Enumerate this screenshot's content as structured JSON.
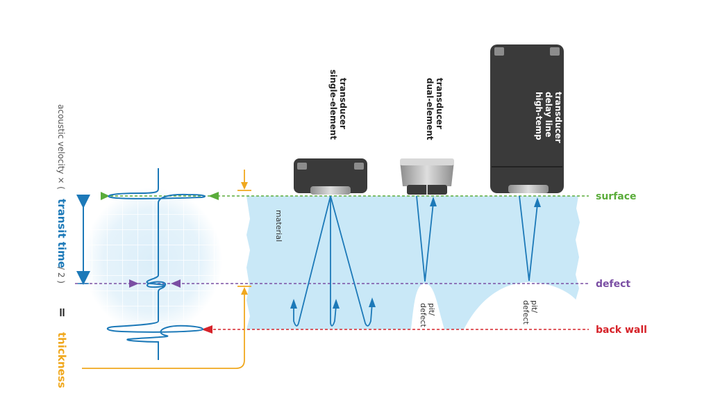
{
  "labels": {
    "single_element": [
      "single-element",
      "transducer"
    ],
    "dual_element": [
      "dual-element",
      "transducer"
    ],
    "high_temp": [
      "high-temp",
      "delay line",
      "transducer"
    ],
    "material": "material",
    "pit_defect": [
      "pit/",
      "defect"
    ],
    "surface": "surface",
    "defect": "defect",
    "back_wall": "back wall"
  },
  "formula": {
    "prefix": "acoustic velocity × (",
    "transit_time": "transit time",
    "suffix": "/ 2 )",
    "equals": "=",
    "thickness": "thickness"
  },
  "colors": {
    "surface": "#5aac3a",
    "defect": "#7a4ea3",
    "back_wall": "#d6232a",
    "signal": "#1c79b8",
    "thickness": "#f0a81e",
    "material": "#c9e8f7",
    "transducer_dark": "#3a3a3a",
    "transducer_silver": "#b9b9b9"
  }
}
